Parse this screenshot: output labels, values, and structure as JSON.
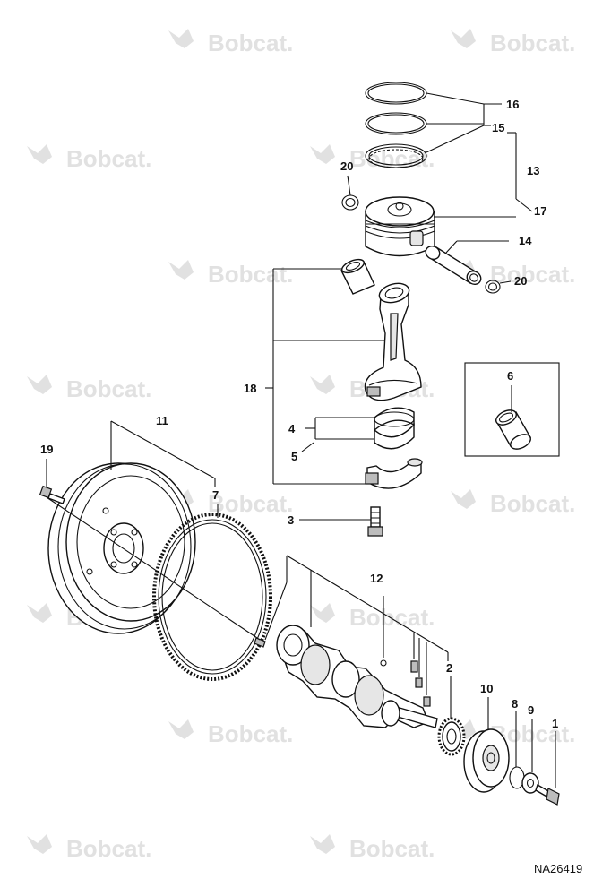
{
  "watermark": {
    "text": "Bobcat."
  },
  "drawing_ref": "NA26419",
  "callouts": {
    "c1": "1",
    "c2": "2",
    "c3": "3",
    "c4": "4",
    "c5": "5",
    "c6": "6",
    "c7": "7",
    "c8": "8",
    "c9": "9",
    "c10": "10",
    "c11": "11",
    "c12": "12",
    "c13": "13",
    "c14": "14",
    "c15": "15",
    "c16": "16",
    "c17": "17",
    "c18": "18",
    "c19": "19",
    "c20a": "20",
    "c20b": "20"
  }
}
